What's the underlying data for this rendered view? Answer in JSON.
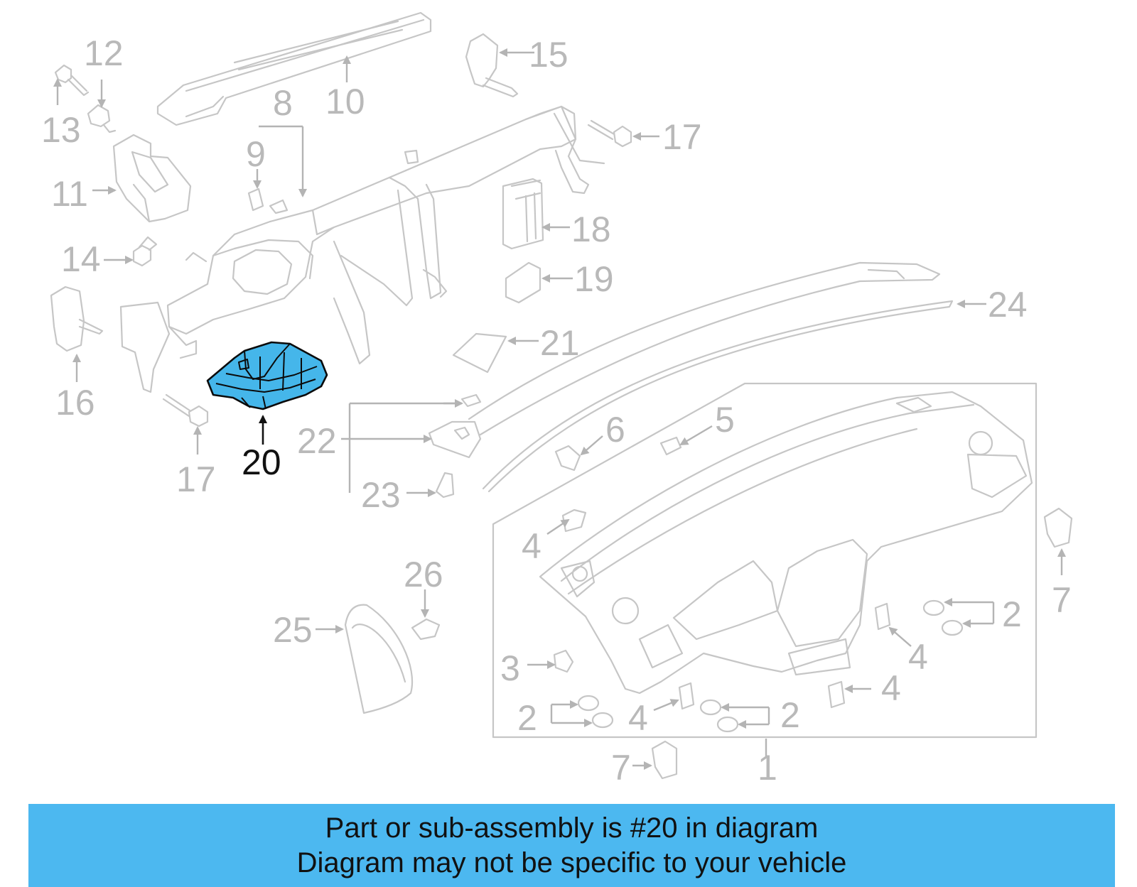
{
  "callouts": {
    "c1": "1",
    "c2": "2",
    "c3": "3",
    "c4": "4",
    "c5": "5",
    "c6": "6",
    "c7": "7",
    "c8": "8",
    "c9": "9",
    "c10": "10",
    "c11": "11",
    "c12": "12",
    "c13": "13",
    "c14": "14",
    "c15": "15",
    "c16": "16",
    "c17": "17",
    "c18": "18",
    "c19": "19",
    "c20": "20",
    "c21": "21",
    "c22": "22",
    "c23": "23",
    "c24": "24",
    "c25": "25",
    "c26": "26"
  },
  "highlighted_part": "20",
  "colors": {
    "highlight": "#45b6ea",
    "banner": "#4cb8f0",
    "inactive_lines": "#c6c6c6"
  },
  "banner": {
    "line1": "Part or sub-assembly is #20 in diagram",
    "line2": "Diagram may not be specific to your vehicle"
  }
}
